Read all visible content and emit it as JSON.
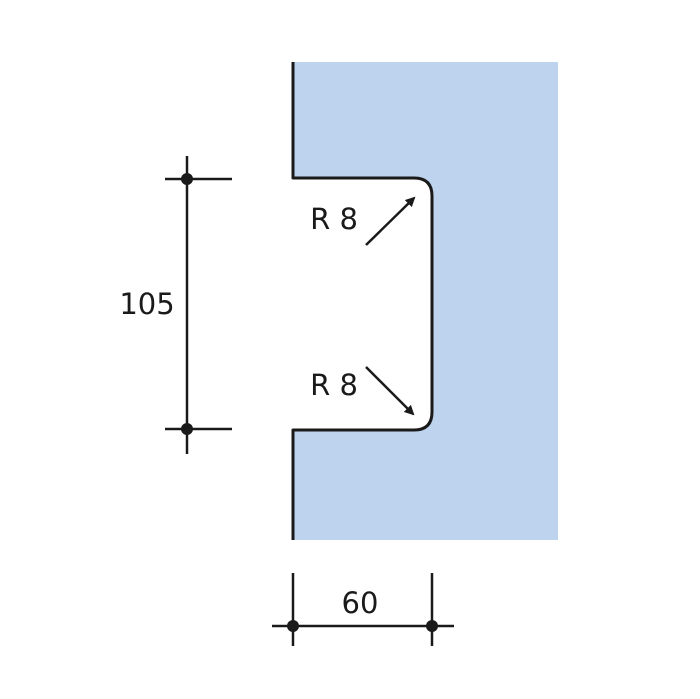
{
  "drawing": {
    "colors": {
      "plate_fill": "#bed3ee",
      "line": "#1a1a1a",
      "background": "#ffffff"
    },
    "dimensions": {
      "height_label": "105",
      "width_label": "60",
      "top_radius_label": "R 8",
      "bottom_radius_label": "R 8"
    }
  }
}
